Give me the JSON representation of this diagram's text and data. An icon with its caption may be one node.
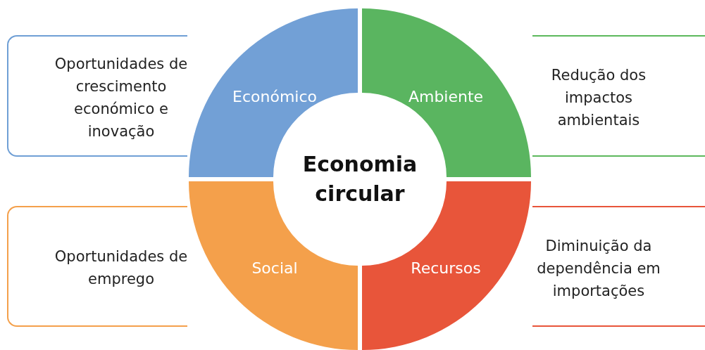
{
  "diagram": {
    "nodes": [
      {
        "text": [
          "Oportunidades de crescimento económico e inovação"
        ]
      },
      {
        "text": [
          "Económico"
        ]
      },
      {
        "text": [
          "Ambiente"
        ]
      },
      {
        "text": [
          "Redução dos impactos ambientais"
        ]
      },
      {
        "text": [
          "Economia circular"
        ]
      },
      {
        "text": [
          "Oportunidades de emprego"
        ]
      },
      {
        "text": [
          "Social"
        ]
      },
      {
        "text": [
          "Recursos"
        ]
      },
      {
        "text": [
          "Diminuição da dependência em importações"
        ]
      }
    ]
  }
}
